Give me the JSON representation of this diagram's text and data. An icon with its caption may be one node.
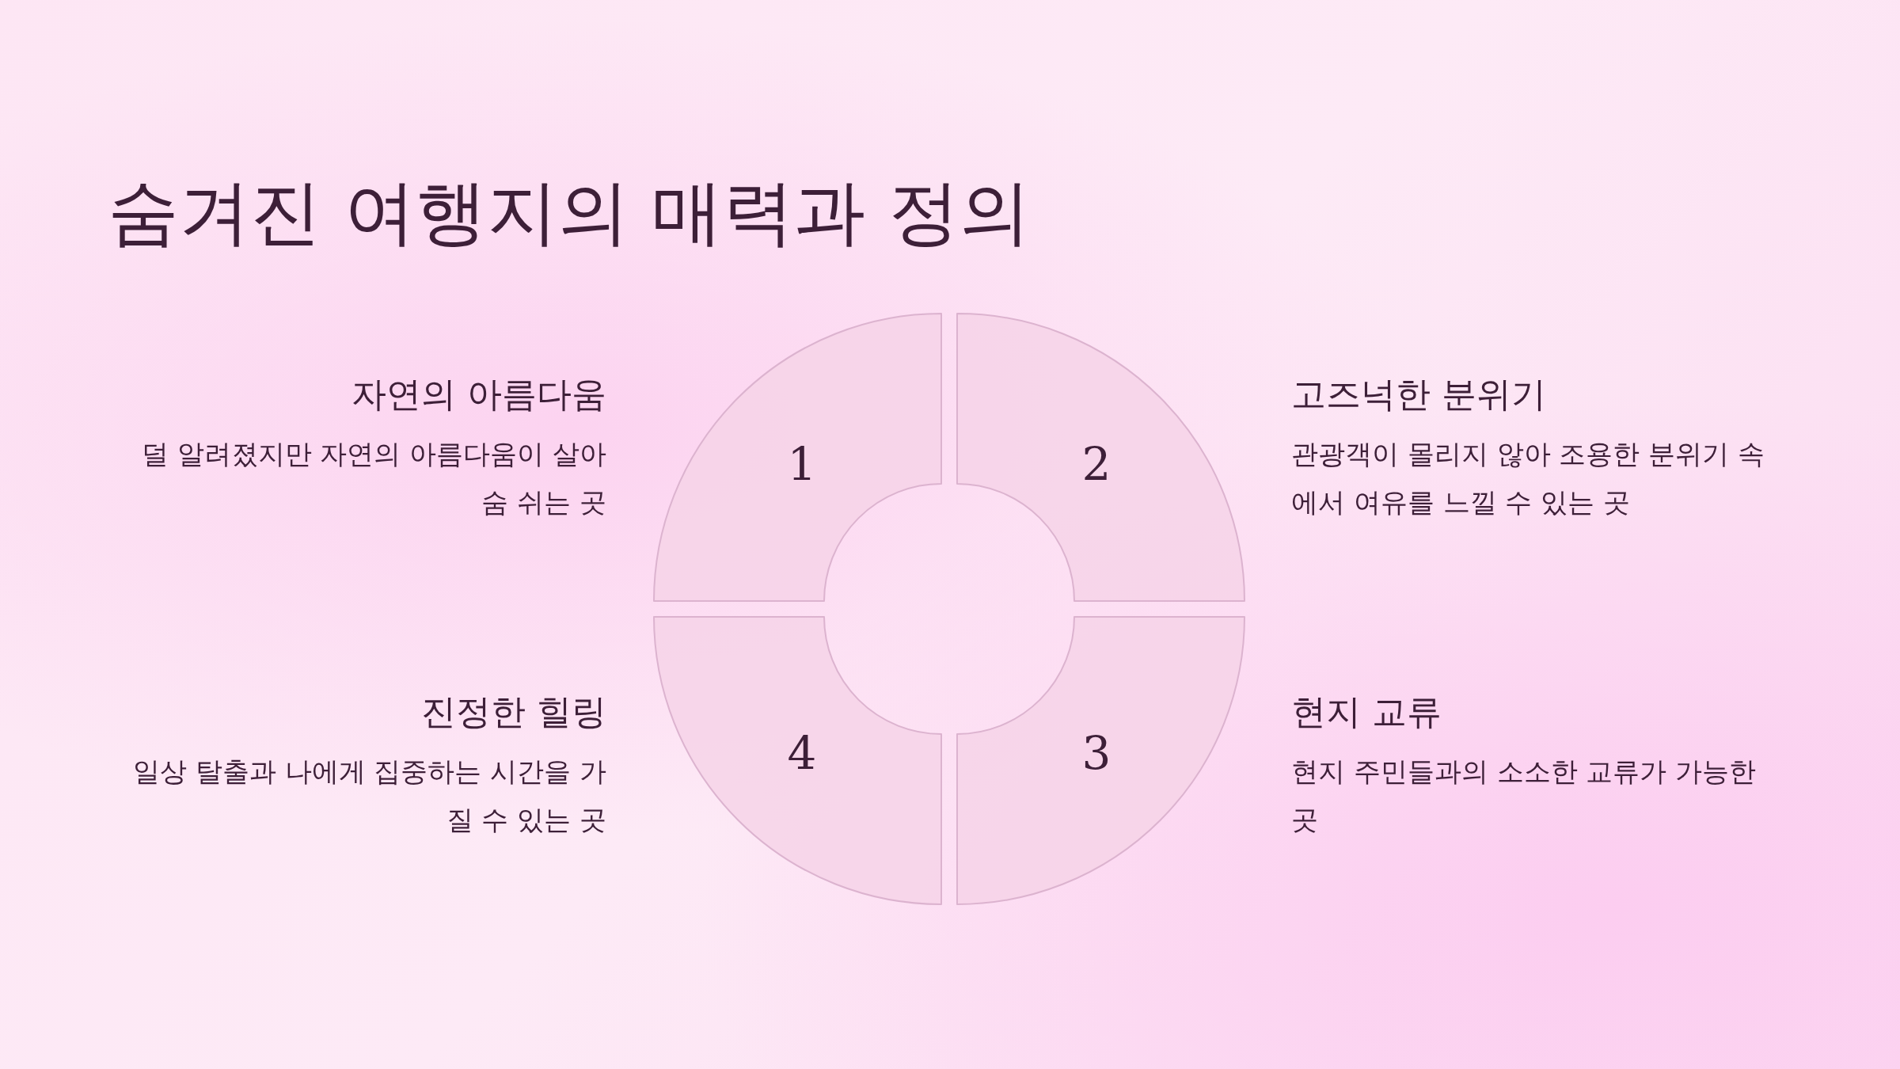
{
  "diagram": {
    "title": "숨겨진 여행지의 매력과 정의",
    "nodes": [
      {
        "text": [
          "1"
        ],
        "beside": [
          "자연의 아름다움",
          "덜 알려졌지만 자연의 아름다움이 살아 숨 쉬는 곳"
        ]
      },
      {
        "text": [
          "2"
        ],
        "beside": [
          "고즈넉한 분위기",
          "관광객이 몰리지 않아 조용한 분위기 속에서 여유를 느낄 수 있는 곳"
        ]
      },
      {
        "text": [
          "4"
        ],
        "beside": [
          "진정한 힐링",
          "일상 탈출과 나에게 집중하는 시간을 가질 수 있는 곳"
        ]
      },
      {
        "text": [
          "3"
        ],
        "beside": [
          "현지 교류",
          "현지 주민들과의 소소한 교류가 가능한 곳"
        ]
      }
    ]
  }
}
